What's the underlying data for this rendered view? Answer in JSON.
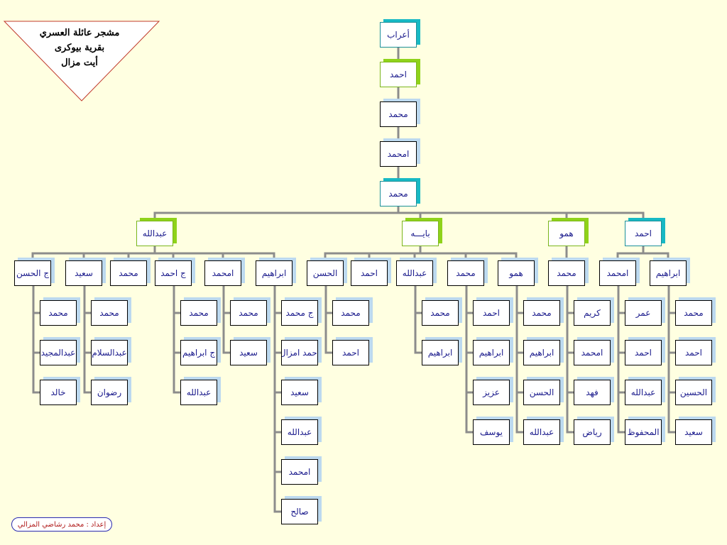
{
  "title": {
    "line1": "مشجر عائلة العسري",
    "line2": "بقرية بيوكرى",
    "line3": "أيت مزال"
  },
  "credit": "إعداد : محمد رشاضي المزالي",
  "tree": {
    "ancestors": [
      "أعراب",
      "احمد",
      "محمد",
      "امحمد",
      "محمد"
    ],
    "branches": [
      {
        "label": "عبدالله",
        "children": [
          {
            "label": "ج الحسن",
            "children": [
              "محمد",
              "عبدالمجيد",
              "خالد"
            ]
          },
          {
            "label": "سعيد",
            "children": [
              "محمد",
              "عبدالسلام",
              "رضوان"
            ]
          },
          {
            "label": "محمد",
            "children": []
          },
          {
            "label": "ج احمد",
            "children": [
              "محمد",
              "ج ابراهيم",
              "عبدالله"
            ]
          },
          {
            "label": "امحمد",
            "children": [
              "محمد",
              "سعيد"
            ]
          },
          {
            "label": "ابراهيم",
            "children": [
              "ج محمد",
              "احمد امزال",
              "سعيد",
              "عبدالله",
              "امحمد",
              "صالح"
            ]
          }
        ]
      },
      {
        "label": "بايـــه",
        "children": [
          {
            "label": "الحسن",
            "children": [
              "محمد",
              "احمد"
            ]
          },
          {
            "label": "احمد",
            "children": []
          },
          {
            "label": "عبدالله",
            "children": [
              "محمد",
              "ابراهيم"
            ]
          },
          {
            "label": "محمد",
            "children": [
              "احمد",
              "ابراهيم",
              "عزيز",
              "يوسف"
            ]
          },
          {
            "label": "همو",
            "children": [
              "محمد",
              "ابراهيم",
              "الحسن",
              "عبدالله"
            ]
          }
        ]
      },
      {
        "label": "همو",
        "children": [
          {
            "label": "محمد",
            "children": [
              "كريم",
              "امحمد",
              "فهد",
              "رياض"
            ]
          }
        ]
      },
      {
        "label": "احمد",
        "children": [
          {
            "label": "امحمد",
            "children": [
              "عمر",
              "احمد",
              "عبدالله",
              "المحفوظ"
            ]
          },
          {
            "label": "ابراهيم",
            "children": [
              "محمد",
              "احمد",
              "الحسين",
              "سعيد"
            ]
          }
        ]
      }
    ]
  }
}
